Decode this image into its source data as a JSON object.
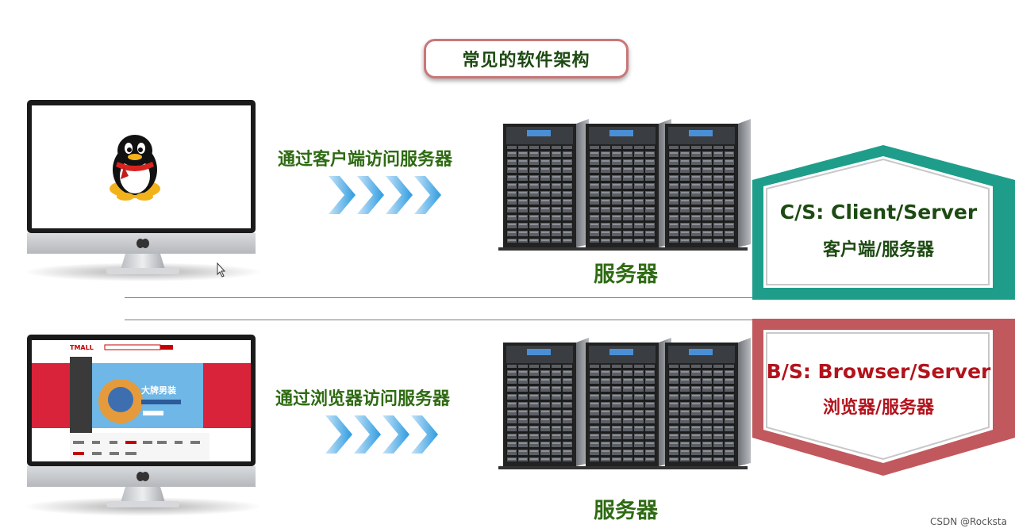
{
  "title": "常见的软件架构",
  "cs": {
    "arrow_label": "通过客户端访问服务器",
    "server_label": "服务器",
    "badge_line1": "C/S: Client/Server",
    "badge_line2": "客户端/服务器",
    "color": "#1f9d8b",
    "text_color": "#1d4a12"
  },
  "bs": {
    "arrow_label": "通过浏览器访问服务器",
    "server_label": "服务器",
    "badge_line1": "B/S: Browser/Server",
    "badge_line2": "浏览器/服务器",
    "color": "#c1585d",
    "text_color": "#b3131c"
  },
  "browser_screen": {
    "logo": "TMALL",
    "banner": "大牌男装"
  },
  "watermark": "CSDN @Rocksta"
}
